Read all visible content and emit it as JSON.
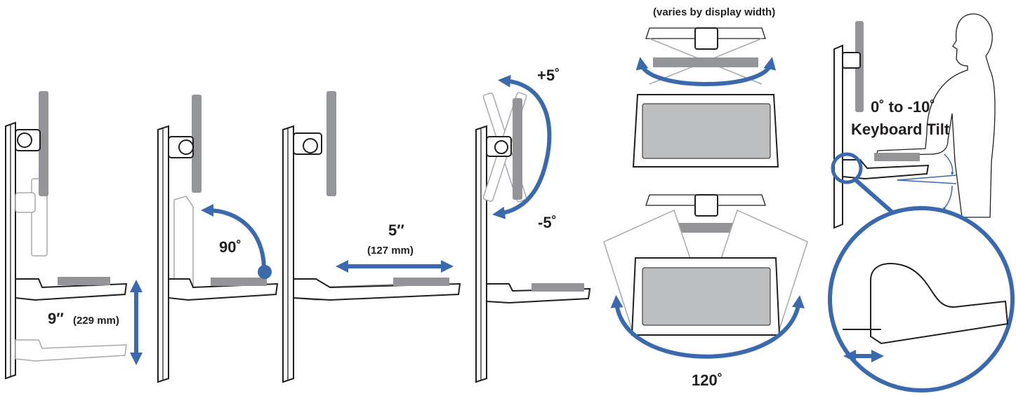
{
  "colors": {
    "accent": "#3a6aad",
    "line": "#231f20",
    "panel": "#939598",
    "ghost": "#a7a9ac"
  },
  "panels": [
    {
      "id": "height",
      "labels": {
        "main": "9″",
        "sub": "(229 mm)"
      }
    },
    {
      "id": "rotate",
      "labels": {
        "main": "90˚"
      }
    },
    {
      "id": "depth",
      "labels": {
        "main": "5″",
        "sub": "(127 mm)"
      }
    },
    {
      "id": "tilt",
      "labels": {
        "up": "+5˚",
        "down": "-5˚"
      }
    },
    {
      "id": "swivel",
      "labels": {
        "top": "(varies by display width)",
        "bottom": "120˚"
      }
    },
    {
      "id": "keyboard-tilt",
      "labels": {
        "line1": "0˚ to -10˚",
        "line2": "Keyboard Tilt"
      }
    }
  ]
}
